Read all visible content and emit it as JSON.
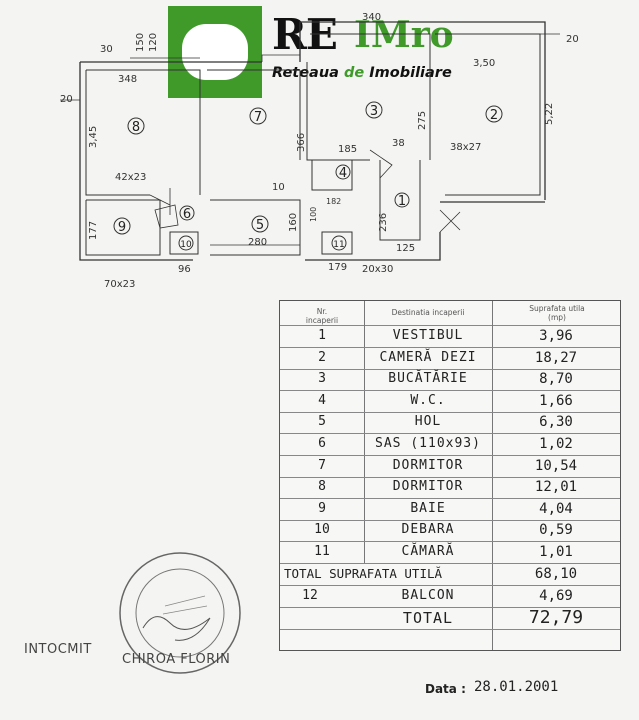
{
  "logo": {
    "re": "RE",
    "imro": "IMro",
    "tagline_a": "Reteaua ",
    "tagline_b": "de",
    "tagline_c": " Imobiliare"
  },
  "plan": {
    "rooms": [
      "1",
      "2",
      "3",
      "4",
      "5",
      "6",
      "7",
      "8",
      "9",
      "10",
      "11"
    ],
    "dims": {
      "d340": "340",
      "d20a": "20",
      "d20b": "20",
      "d30": "30",
      "d150": "150",
      "d120": "120",
      "d348": "348",
      "d350": "3,50",
      "d345": "3,45",
      "d366": "366",
      "d275": "275",
      "d185": "185",
      "d38": "38",
      "d38x27": "38x27",
      "d522": "5,22",
      "d42x23": "42x23",
      "d177": "177",
      "d280": "280",
      "d160": "160",
      "d100": "100",
      "d236": "236",
      "d125": "125",
      "d179": "179",
      "d96": "96",
      "d70x23": "70x23",
      "d20x30": "20x30",
      "d10": "10",
      "d182": "182"
    }
  },
  "table": {
    "header": {
      "nr_a": "Nr.",
      "nr_b": "incaperii",
      "dest": "Destinatia incaperii",
      "sup_a": "Suprafata utila",
      "sup_b": "(mp)"
    },
    "rows": [
      {
        "nr": "1",
        "name": "VESTIBUL",
        "area": "3,96"
      },
      {
        "nr": "2",
        "name": "CAMERĂ DEZI",
        "area": "18,27"
      },
      {
        "nr": "3",
        "name": "BUCĂTĂRIE",
        "area": "8,70"
      },
      {
        "nr": "4",
        "name": "W.C.",
        "area": "1,66"
      },
      {
        "nr": "5",
        "name": "HOL",
        "area": "6,30"
      },
      {
        "nr": "6",
        "name": "SAS (110x93)",
        "area": "1,02"
      },
      {
        "nr": "7",
        "name": "DORMITOR",
        "area": "10,54"
      },
      {
        "nr": "8",
        "name": "DORMITOR",
        "area": "12,01"
      },
      {
        "nr": "9",
        "name": "BAIE",
        "area": "4,04"
      },
      {
        "nr": "10",
        "name": "DEBARA",
        "area": "0,59"
      },
      {
        "nr": "11",
        "name": "CĂMARĂ",
        "area": "1,01"
      }
    ],
    "total_util_label": "TOTAL SUPRAFATA UTILĂ",
    "total_util_value": "68,10",
    "balcon_nr": "12",
    "balcon_name": "BALCON",
    "balcon_area": "4,69",
    "total_label": "TOTAL",
    "total_value": "72,79"
  },
  "footer": {
    "intocmit": "INTOCMIT",
    "author": "CHIROA FLORIN",
    "date_label": "Data :",
    "date_value": "28.01.2001"
  }
}
